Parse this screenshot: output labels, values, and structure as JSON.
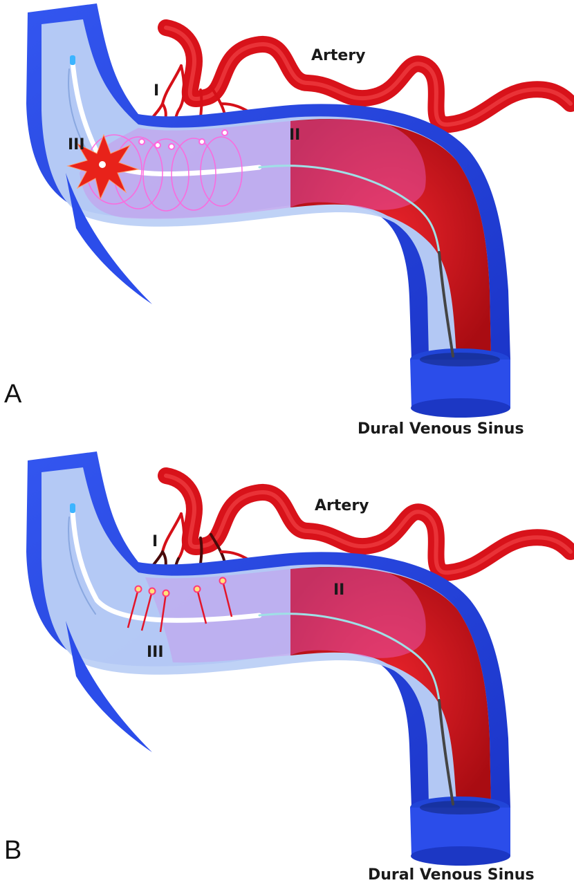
{
  "colors": {
    "vessel_wall": "#2b4dea",
    "vessel_wall_dark": "#1a33c8",
    "lumen": "#b9cdf4",
    "blood": "#d8121a",
    "artery": "#e0141c",
    "catheter": "#ffffff",
    "laser_ring": "#ff66dd",
    "spark": "#e8221a"
  },
  "icons": {
    "star": "explosion-spark-icon"
  },
  "panels": [
    {
      "letter": "A",
      "artery_label": "Artery",
      "roman_1": "I",
      "roman_2": "II",
      "roman_3": "III",
      "sinus_label": "Dural Venous Sinus"
    },
    {
      "letter": "B",
      "artery_label": "Artery",
      "roman_1": "I",
      "roman_2": "II",
      "roman_3": "III",
      "sinus_label": "Dural Venous Sinus"
    }
  ]
}
